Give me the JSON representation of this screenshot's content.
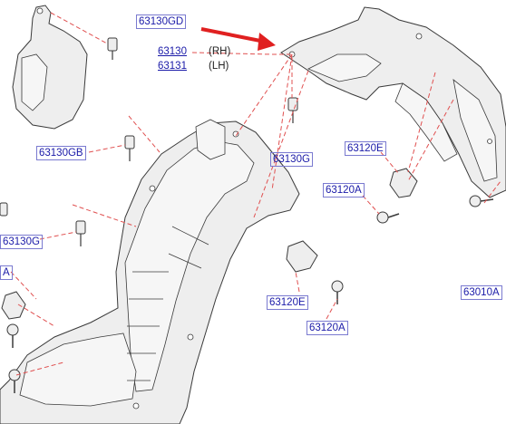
{
  "callouts": {
    "c63130gd": "63130GD",
    "c63130": "63130",
    "c63131": "63131",
    "rh": "(RH)",
    "lh": "(LH)",
    "c63130gb": "63130GB",
    "c63130g_right": "63130G",
    "c63120e_top": "63120E",
    "c63120a_top": "63120A",
    "c63130g_left": "63130G",
    "c63120e_bottom": "63120E",
    "c63120a_bottom": "63120A",
    "c63010a": "63010A",
    "ca_left": "A"
  },
  "colors": {
    "link_text": "#1a1aa8",
    "leader_line": "#e05050",
    "arrow": "#e02020",
    "part_fill": "#eeeeee",
    "part_stroke": "#3a3a3a"
  },
  "icons": [
    "clip-icon",
    "screw-icon",
    "bracket-icon",
    "arrow-icon"
  ]
}
